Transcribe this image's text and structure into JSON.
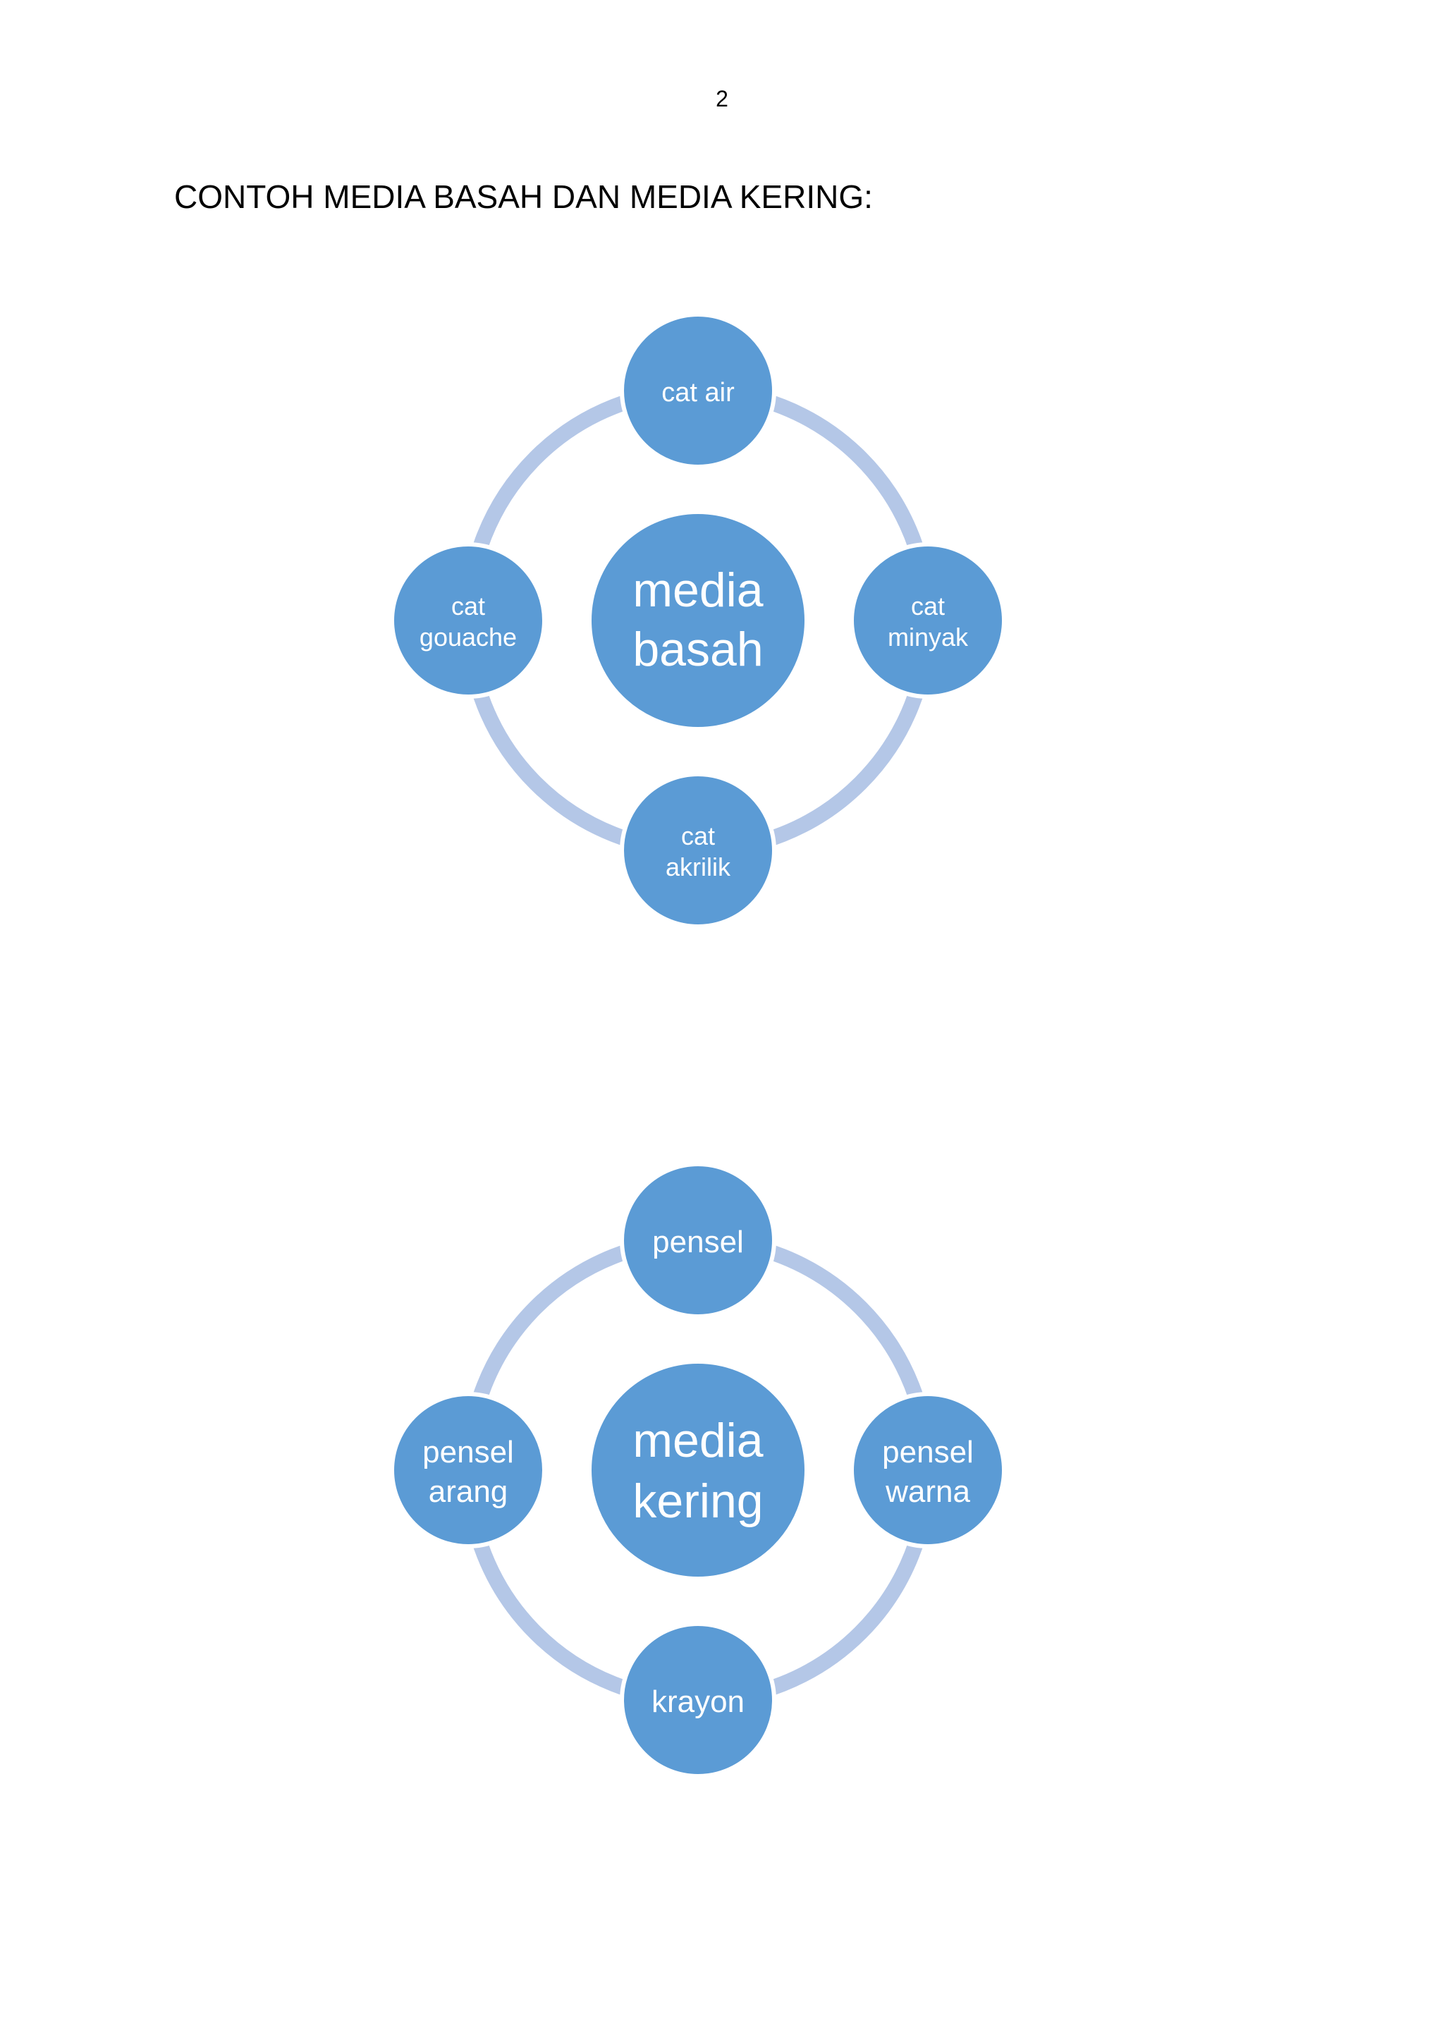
{
  "page": {
    "number": "2",
    "heading": "CONTOH MEDIA BASAH DAN MEDIA KERING:"
  },
  "colors": {
    "node_fill": "#5b9bd5",
    "ring_stroke": "#b4c7e7",
    "node_border": "#ffffff",
    "node_text": "#ffffff"
  },
  "diagrams": [
    {
      "center": [
        "media",
        "basah"
      ],
      "top": [
        "cat air"
      ],
      "right": [
        "cat",
        "minyak"
      ],
      "bottom": [
        "cat",
        "akrilik"
      ],
      "left": [
        "cat",
        "gouache"
      ]
    },
    {
      "center": [
        "media",
        "kering"
      ],
      "top": [
        "pensel"
      ],
      "right": [
        "pensel",
        "warna"
      ],
      "bottom": [
        "krayon"
      ],
      "left": [
        "pensel",
        "arang"
      ]
    }
  ]
}
